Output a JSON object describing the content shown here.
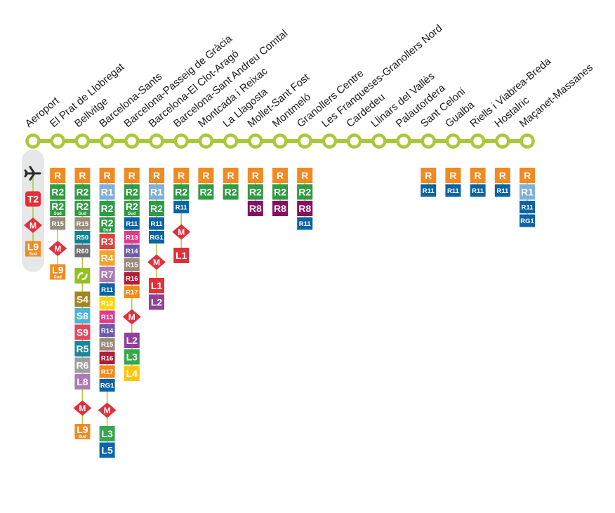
{
  "line_color": "#a9c93a",
  "colors": {
    "R": "#f18a21",
    "R1": "#7fb0dc",
    "R2": "#2f9b43",
    "R3": "#e0413c",
    "R4": "#f4a22a",
    "R7": "#ad7ab6",
    "R8": "#870f63",
    "R11": "#0a64a4",
    "R12": "#ffd600",
    "R13": "#e13b8c",
    "R14": "#6c5aa8",
    "R15": "#9a8b7a",
    "R16": "#b21d36",
    "R17": "#f08a1b",
    "RG1": "#0a64a4",
    "R50": "#0b8196",
    "R60": "#6f6f6f",
    "S4": "#a3851e",
    "S8": "#4ab5d9",
    "S9": "#e8465c",
    "R5": "#19869c",
    "R6": "#9f9f9f",
    "L1": "#e1303b",
    "L2": "#93409a",
    "L3": "#36a74c",
    "L4": "#ffc40c",
    "L5": "#0b66b1",
    "L9": "#f08a22",
    "T2": "#e1303b",
    "metro": "#e1303b",
    "fgc": "#93c11f"
  },
  "stations": [
    {
      "name": "Aeroport",
      "services": [
        {
          "kind": "icon",
          "icon": "airplane-icon"
        },
        {
          "kind": "badge",
          "label": "T2",
          "color": "T2",
          "rounded": true
        },
        {
          "kind": "metro"
        },
        {
          "kind": "badge",
          "label": "L9",
          "sub": "Sud",
          "color": "L9"
        }
      ]
    },
    {
      "name": "El Prat de Llobregat",
      "services": [
        {
          "kind": "badge",
          "label": "R",
          "color": "R"
        },
        {
          "kind": "badge",
          "label": "R2",
          "color": "R2"
        },
        {
          "kind": "badge",
          "label": "R2",
          "sub": "Sud",
          "color": "R2"
        },
        {
          "kind": "badge",
          "label": "R15",
          "color": "R15",
          "small": true
        },
        {
          "kind": "metro"
        },
        {
          "kind": "badge",
          "label": "L9",
          "sub": "Sud",
          "color": "L9"
        }
      ]
    },
    {
      "name": "Bellvitge",
      "services": [
        {
          "kind": "badge",
          "label": "R",
          "color": "R"
        },
        {
          "kind": "badge",
          "label": "R2",
          "color": "R2"
        },
        {
          "kind": "badge",
          "label": "R2",
          "sub": "Sud",
          "color": "R2"
        },
        {
          "kind": "badge",
          "label": "R15",
          "color": "R15",
          "small": true
        },
        {
          "kind": "badge",
          "label": "R50",
          "color": "R50",
          "small": true
        },
        {
          "kind": "badge",
          "label": "R60",
          "color": "R60",
          "small": true
        },
        {
          "kind": "fgc"
        },
        {
          "kind": "badge",
          "label": "S4",
          "color": "S4"
        },
        {
          "kind": "badge",
          "label": "S8",
          "color": "S8"
        },
        {
          "kind": "badge",
          "label": "S9",
          "color": "S9"
        },
        {
          "kind": "badge",
          "label": "R5",
          "color": "R5"
        },
        {
          "kind": "badge",
          "label": "R6",
          "color": "R6"
        },
        {
          "kind": "badge",
          "label": "L8",
          "color": "R7"
        },
        {
          "kind": "metro"
        },
        {
          "kind": "badge",
          "label": "L9",
          "sub": "Sud",
          "color": "L9"
        }
      ]
    },
    {
      "name": "Barcelona-Sants",
      "services": [
        {
          "kind": "badge",
          "label": "R",
          "color": "R"
        },
        {
          "kind": "badge",
          "label": "R1",
          "color": "R1"
        },
        {
          "kind": "badge",
          "label": "R2",
          "color": "R2"
        },
        {
          "kind": "badge",
          "label": "R2",
          "sub": "Sud",
          "color": "R2"
        },
        {
          "kind": "badge",
          "label": "R3",
          "color": "R3"
        },
        {
          "kind": "badge",
          "label": "R4",
          "color": "R4"
        },
        {
          "kind": "badge",
          "label": "R7",
          "color": "R7"
        },
        {
          "kind": "badge",
          "label": "R11",
          "color": "R11",
          "small": true
        },
        {
          "kind": "badge",
          "label": "R12",
          "color": "R12",
          "small": true,
          "dark": true
        },
        {
          "kind": "badge",
          "label": "R13",
          "color": "R13",
          "small": true
        },
        {
          "kind": "badge",
          "label": "R14",
          "color": "R14",
          "small": true
        },
        {
          "kind": "badge",
          "label": "R15",
          "color": "R15",
          "small": true
        },
        {
          "kind": "badge",
          "label": "R16",
          "color": "R16",
          "small": true
        },
        {
          "kind": "badge",
          "label": "R17",
          "color": "R17",
          "small": true
        },
        {
          "kind": "badge",
          "label": "RG1",
          "color": "RG1",
          "small": true
        },
        {
          "kind": "metro"
        },
        {
          "kind": "badge",
          "label": "L3",
          "color": "L3"
        },
        {
          "kind": "badge",
          "label": "L5",
          "color": "L5"
        }
      ]
    },
    {
      "name": "Barcelona-Passeig de Gràcia",
      "services": [
        {
          "kind": "badge",
          "label": "R",
          "color": "R"
        },
        {
          "kind": "badge",
          "label": "R2",
          "color": "R2"
        },
        {
          "kind": "badge",
          "label": "R2",
          "sub": "Sud",
          "color": "R2"
        },
        {
          "kind": "badge",
          "label": "R11",
          "color": "R11",
          "small": true
        },
        {
          "kind": "badge",
          "label": "R13",
          "color": "R13",
          "small": true
        },
        {
          "kind": "badge",
          "label": "R14",
          "color": "R14",
          "small": true
        },
        {
          "kind": "badge",
          "label": "R15",
          "color": "R15",
          "small": true
        },
        {
          "kind": "badge",
          "label": "R16",
          "color": "R16",
          "small": true
        },
        {
          "kind": "badge",
          "label": "R17",
          "color": "R17",
          "small": true
        },
        {
          "kind": "metro"
        },
        {
          "kind": "badge",
          "label": "L2",
          "color": "L2"
        },
        {
          "kind": "badge",
          "label": "L3",
          "color": "L3"
        },
        {
          "kind": "badge",
          "label": "L4",
          "color": "L4",
          "dark": true
        }
      ]
    },
    {
      "name": "Barcelona-El Clot-Aragó",
      "services": [
        {
          "kind": "badge",
          "label": "R",
          "color": "R"
        },
        {
          "kind": "badge",
          "label": "R1",
          "color": "R1"
        },
        {
          "kind": "badge",
          "label": "R2",
          "color": "R2"
        },
        {
          "kind": "badge",
          "label": "R11",
          "color": "R11",
          "small": true
        },
        {
          "kind": "badge",
          "label": "RG1",
          "color": "RG1",
          "small": true
        },
        {
          "kind": "metro"
        },
        {
          "kind": "badge",
          "label": "L1",
          "color": "L1"
        },
        {
          "kind": "badge",
          "label": "L2",
          "color": "L2"
        }
      ]
    },
    {
      "name": "Barcelona-Sant Andreu Comtal",
      "services": [
        {
          "kind": "badge",
          "label": "R",
          "color": "R"
        },
        {
          "kind": "badge",
          "label": "R2",
          "color": "R2"
        },
        {
          "kind": "badge",
          "label": "R11",
          "color": "R11",
          "small": true
        },
        {
          "kind": "metro"
        },
        {
          "kind": "badge",
          "label": "L1",
          "color": "L1"
        }
      ]
    },
    {
      "name": "Montcada i Reixac",
      "services": [
        {
          "kind": "badge",
          "label": "R",
          "color": "R"
        },
        {
          "kind": "badge",
          "label": "R2",
          "color": "R2"
        }
      ]
    },
    {
      "name": "La Llagosta",
      "services": [
        {
          "kind": "badge",
          "label": "R",
          "color": "R"
        },
        {
          "kind": "badge",
          "label": "R2",
          "color": "R2"
        }
      ]
    },
    {
      "name": "Mollet-Sant Fost",
      "services": [
        {
          "kind": "badge",
          "label": "R",
          "color": "R"
        },
        {
          "kind": "badge",
          "label": "R2",
          "color": "R2"
        },
        {
          "kind": "badge",
          "label": "R8",
          "color": "R8"
        }
      ]
    },
    {
      "name": "Montmeló",
      "services": [
        {
          "kind": "badge",
          "label": "R",
          "color": "R"
        },
        {
          "kind": "badge",
          "label": "R2",
          "color": "R2"
        },
        {
          "kind": "badge",
          "label": "R8",
          "color": "R8"
        }
      ]
    },
    {
      "name": "Granollers Centre",
      "services": [
        {
          "kind": "badge",
          "label": "R",
          "color": "R"
        },
        {
          "kind": "badge",
          "label": "R2",
          "color": "R2"
        },
        {
          "kind": "badge",
          "label": "R8",
          "color": "R8"
        },
        {
          "kind": "badge",
          "label": "R11",
          "color": "R11",
          "small": true
        }
      ]
    },
    {
      "name": "Les Franqueses-Granollers Nord",
      "services": []
    },
    {
      "name": "Cardedeu",
      "services": []
    },
    {
      "name": "Llinars del Vallès",
      "services": []
    },
    {
      "name": "Palautordera",
      "services": []
    },
    {
      "name": "Sant Celoni",
      "services": [
        {
          "kind": "badge",
          "label": "R",
          "color": "R"
        },
        {
          "kind": "badge",
          "label": "R11",
          "color": "R11",
          "small": true
        }
      ]
    },
    {
      "name": "Gualba",
      "services": [
        {
          "kind": "badge",
          "label": "R",
          "color": "R"
        },
        {
          "kind": "badge",
          "label": "R11",
          "color": "R11",
          "small": true
        }
      ]
    },
    {
      "name": "Riells i Viabrea-Breda",
      "services": [
        {
          "kind": "badge",
          "label": "R",
          "color": "R"
        },
        {
          "kind": "badge",
          "label": "R11",
          "color": "R11",
          "small": true
        }
      ]
    },
    {
      "name": "Hostalric",
      "services": [
        {
          "kind": "badge",
          "label": "R",
          "color": "R"
        },
        {
          "kind": "badge",
          "label": "R11",
          "color": "R11",
          "small": true
        }
      ]
    },
    {
      "name": "Maçanet-Massanes",
      "services": [
        {
          "kind": "badge",
          "label": "R",
          "color": "R"
        },
        {
          "kind": "badge",
          "label": "R1",
          "color": "R1"
        },
        {
          "kind": "badge",
          "label": "R11",
          "color": "R11",
          "small": true
        },
        {
          "kind": "badge",
          "label": "RG1",
          "color": "RG1",
          "small": true
        }
      ]
    }
  ]
}
